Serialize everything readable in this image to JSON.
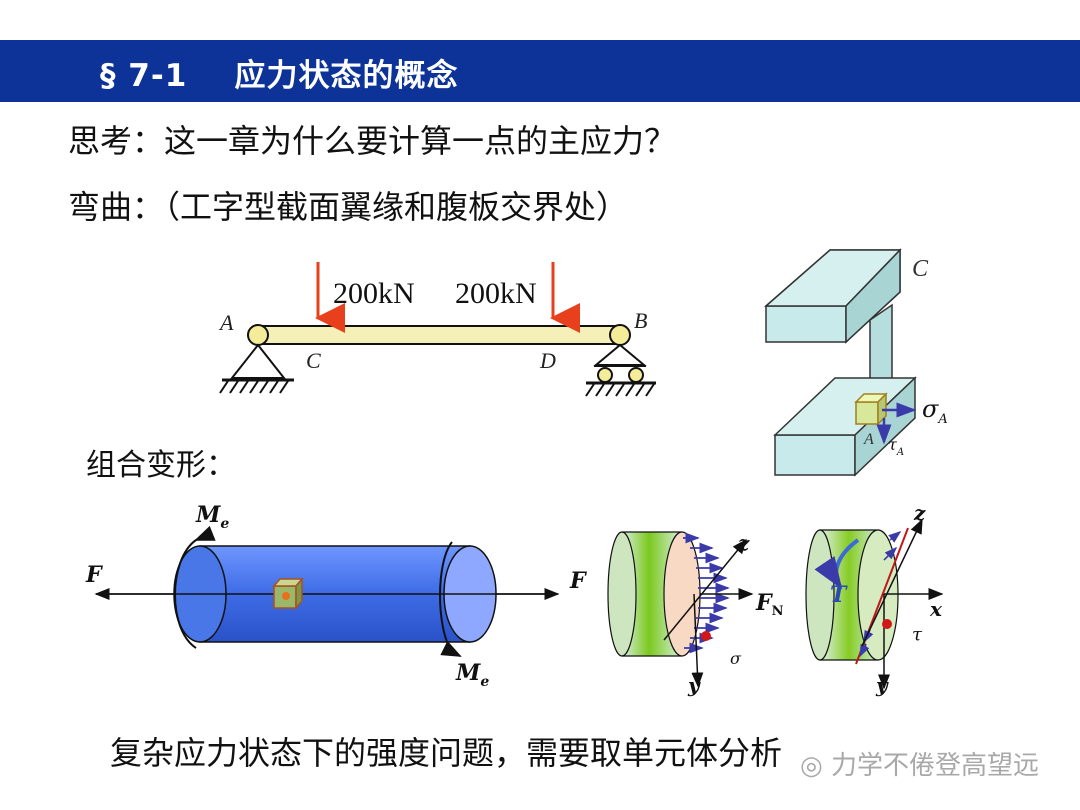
{
  "header": {
    "section": "§ 7-1",
    "title": "应力状态的概念"
  },
  "text": {
    "question": "思考：这一章为什么要计算一点的主应力？",
    "bending": "弯曲：（工字型截面翼缘和腹板交界处）",
    "combined": "组合变形：",
    "conclusion": "复杂应力状态下的强度问题，需要取单元体分析",
    "watermark": "力学不倦登高望远"
  },
  "beam": {
    "load1": "200kN",
    "load2": "200kN",
    "label_a": "A",
    "label_b": "B",
    "label_c": "C",
    "label_d": "D"
  },
  "section_3d": {
    "label_c": "C",
    "label_a": "A",
    "sigma": "σ",
    "sigma_sub": "A",
    "tau": "τ",
    "tau_sub": "A"
  },
  "cylinder": {
    "me_top": "M",
    "me_top_sub": "e",
    "me_bottom": "M",
    "me_bottom_sub": "e",
    "f_left": "F",
    "f_right": "F"
  },
  "normal_section": {
    "z": "z",
    "y": "y",
    "fn": "F",
    "fn_sub": "N",
    "sigma": "σ"
  },
  "shear_section": {
    "z": "z",
    "y": "y",
    "x": "x",
    "t": "T",
    "tau": "τ"
  },
  "colors": {
    "header": "#0d3399",
    "load_arrow": "#e8401c",
    "beam": "#f5f0b8",
    "solid": "#bfe6e6",
    "cylinder": "#4a77e8",
    "stress_arrow": "#3a3aa8"
  }
}
